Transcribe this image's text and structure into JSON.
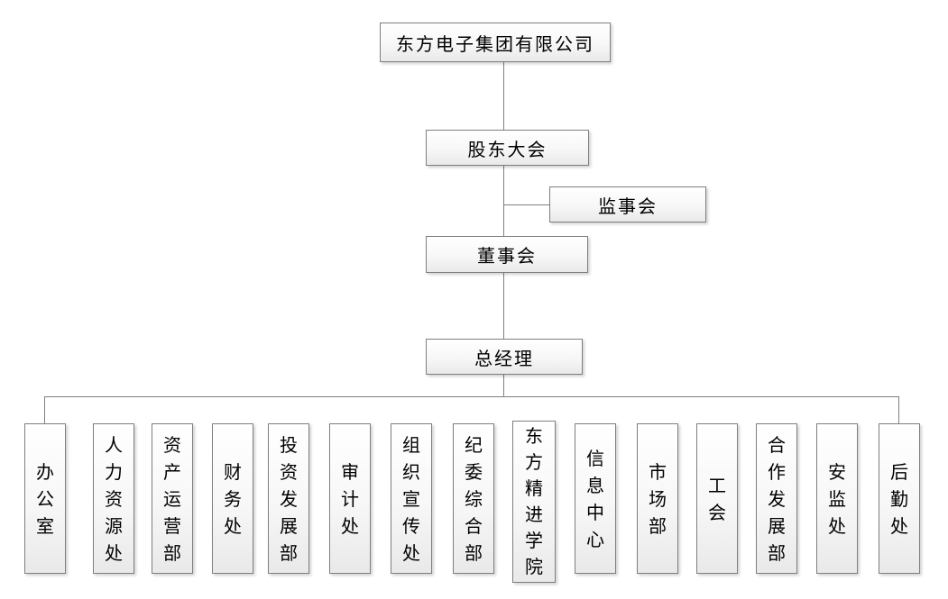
{
  "org_chart": {
    "company": "东方电子集团有限公司",
    "governance": {
      "shareholders_meeting": "股东大会",
      "supervisory_board": "监事会",
      "board_of_directors": "董事会",
      "general_manager": "总经理"
    },
    "departments": [
      "办公室",
      "人力资源处",
      "资产运营部",
      "财务处",
      "投资发展部",
      "审计处",
      "组织宣传处",
      "纪委综合部",
      "东方精进学院",
      "信息中心",
      "市场部",
      "工会",
      "合作发展部",
      "安监处",
      "后勤处"
    ],
    "colors": {
      "box_border": "#7f7f7f",
      "connector": "#7f7f7f",
      "box_fill_top": "#ffffff",
      "box_fill_bottom": "#e9e9e9",
      "text": "#000000",
      "background": "#ffffff"
    }
  }
}
